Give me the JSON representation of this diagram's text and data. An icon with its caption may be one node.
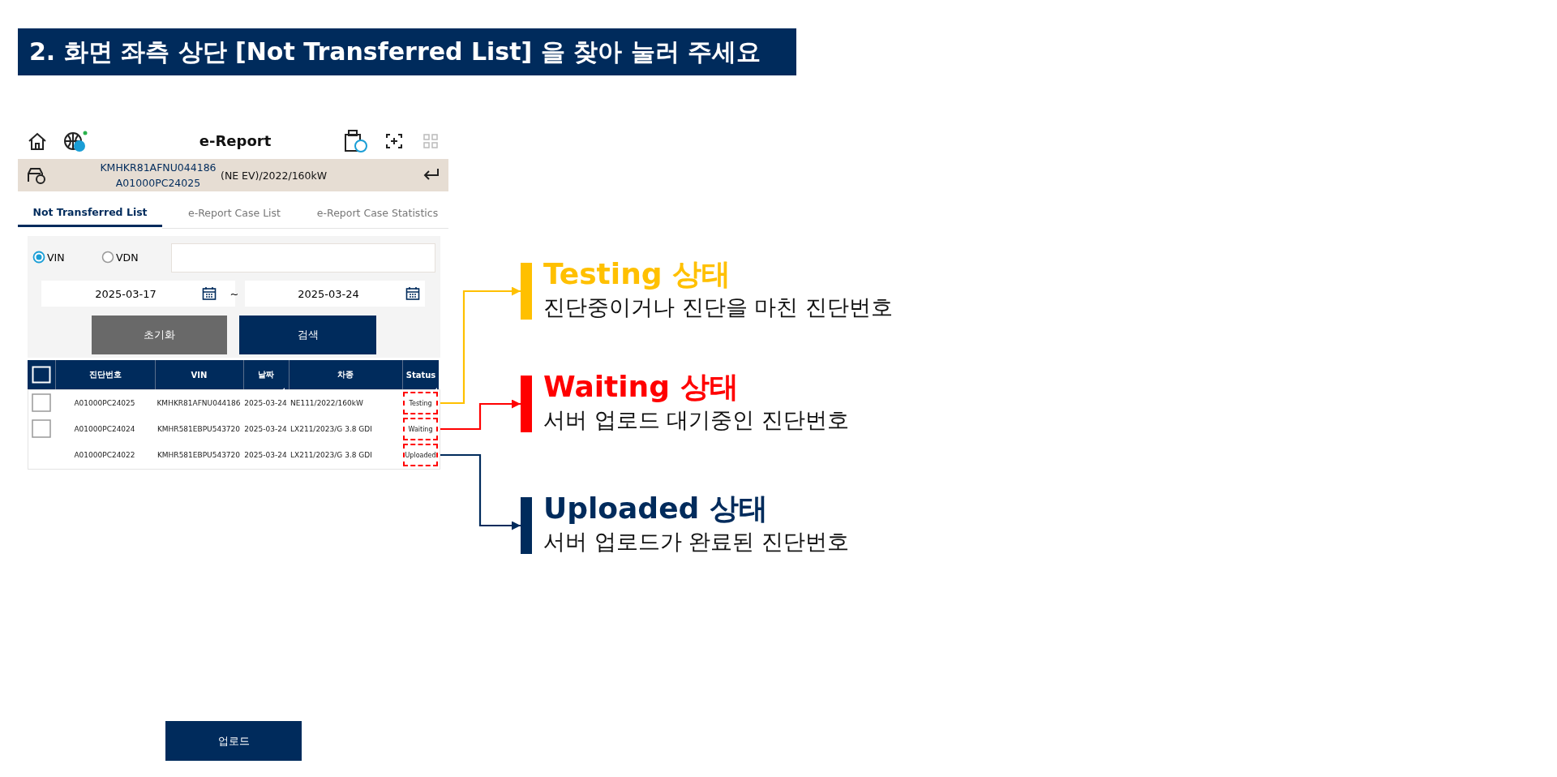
{
  "diagram": {
    "title": "2. 화면 좌측 상단 [Not Transferred List] 을 찾아 눌러 주세요",
    "nodes": [
      {
        "text": [
          "Testing"
        ]
      },
      {
        "text": [
          "Waiting"
        ]
      },
      {
        "text": [
          "Uploaded"
        ]
      },
      {
        "text": [
          "Testing 상태",
          "진단중이거나 진단을 마친 진단번호"
        ]
      },
      {
        "text": [
          "Waiting 상태",
          "서버 업로드 대기중인 진단번호"
        ]
      },
      {
        "text": [
          "Uploaded 상태",
          "서버 업로드가 완료된 진단번호"
        ]
      }
    ],
    "edges": [
      {
        "from": 0,
        "to": 3,
        "arrow": "to",
        "color": "#ffc000"
      },
      {
        "from": 1,
        "to": 4,
        "arrow": "to",
        "color": "#ff0000"
      },
      {
        "from": 2,
        "to": 5,
        "arrow": "to",
        "color": "#002b5c"
      }
    ],
    "labels": [
      "e-Report",
      "KMHKR81AFNU044186",
      "A01000PC24025",
      "(NE EV)/2022/160kW",
      "Not Transferred List",
      "e-Report Case List",
      "e-Report Case Statistics",
      "VIN",
      "VDN",
      "2025-03-17",
      "~",
      "2025-03-24",
      "초기화",
      "검색",
      "진단번호",
      "VIN",
      "날짜",
      "차종",
      "Status",
      "A01000PC24025",
      "KMHKR81AFNU044186",
      "2025-03-24",
      "NE111/2022/160kW",
      "A01000PC24024",
      "KMHR581EBPU543720",
      "2025-03-24",
      "LX211/2023/G 3.8 GDI",
      "A01000PC24022",
      "KMHR581EBPU543720",
      "2025-03-24",
      "LX211/2023/G 3.8 GDI",
      "업로드"
    ]
  }
}
